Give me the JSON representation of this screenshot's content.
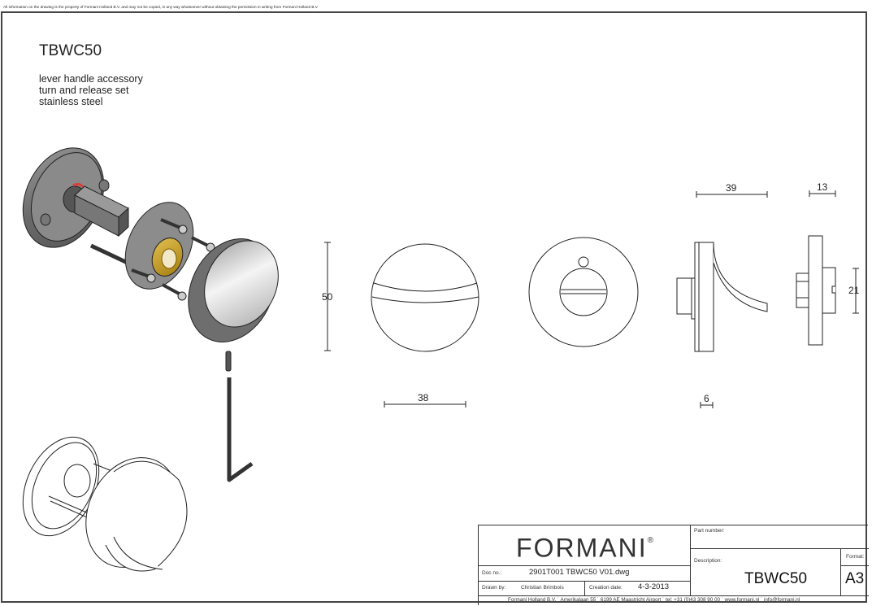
{
  "notice": "All information on the drawing is the property of Formani Holland B.V. and may not be copied, in any way whatsoever without obtaining the permission in writing from Formani Holland B.V",
  "product": {
    "code": "TBWC50",
    "description_lines": [
      "lever handle accessory",
      "turn and release set",
      "stainless steel"
    ]
  },
  "dimensions": {
    "knob_height": "50",
    "knob_width": "38",
    "side_depth": "39",
    "rose_thickness": "6",
    "back_depth": "13",
    "spindle_height": "21"
  },
  "title_block": {
    "logo": "FORMANI",
    "logo_mark": "®",
    "part_number_label": "Part number:",
    "part_number_value": "",
    "description_label": "Description:",
    "description_value": "TBWC50",
    "format_label": "Format:",
    "format_value": "A3",
    "doc_no_label": "Doc no.:",
    "doc_no_value": "2901T001 TBWC50  V01.dwg",
    "drawn_by_label": "Drawn by:",
    "drawn_by_value": "Christian Brimbois",
    "creation_date_label": "Creation date:",
    "creation_date_value": "4-3-2013",
    "footer": "Formani Holland B.V. ˙  Amerikalaan 55  ˙ 6199 AE Maastricht Airport ˙ tel: +31 (0)43 308 90 00 ˙ www.formani.nl ˙ info@formani.nl"
  },
  "colors": {
    "frame": "#444444",
    "steel_dark": "#6b6b6b",
    "steel_light": "#d8d8d8",
    "brass": "#c9a227",
    "indicator_red": "#d9403a"
  }
}
